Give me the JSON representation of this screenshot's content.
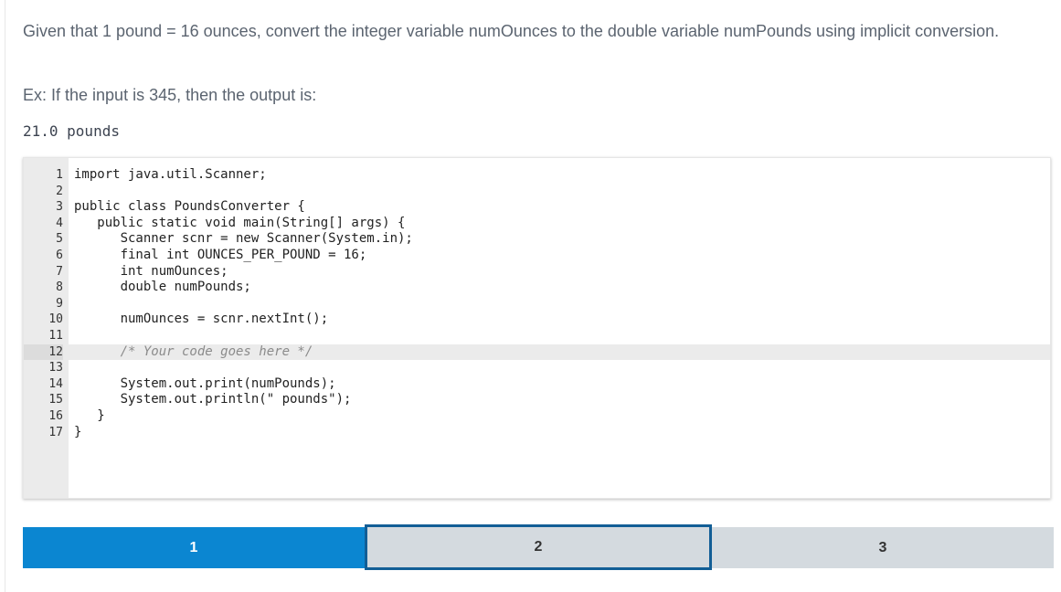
{
  "prompt": {
    "text": "Given that 1 pound = 16 ounces, convert the integer variable numOunces to the double variable numPounds using implicit conversion.",
    "example": "Ex: If the input is 345, then the output is:",
    "sample_output": "21.0 pounds"
  },
  "editor": {
    "lines": [
      {
        "n": "1",
        "code": "import java.util.Scanner;"
      },
      {
        "n": "2",
        "code": ""
      },
      {
        "n": "3",
        "code": "public class PoundsConverter {"
      },
      {
        "n": "4",
        "code": "   public static void main(String[] args) {"
      },
      {
        "n": "5",
        "code": "      Scanner scnr = new Scanner(System.in);"
      },
      {
        "n": "6",
        "code": "      final int OUNCES_PER_POUND = 16;"
      },
      {
        "n": "7",
        "code": "      int numOunces;"
      },
      {
        "n": "8",
        "code": "      double numPounds;"
      },
      {
        "n": "9",
        "code": ""
      },
      {
        "n": "10",
        "code": "      numOunces = scnr.nextInt();"
      },
      {
        "n": "11",
        "code": ""
      },
      {
        "n": "12",
        "code": "      /* Your code goes here */"
      },
      {
        "n": "13",
        "code": ""
      },
      {
        "n": "14",
        "code": "      System.out.print(numPounds);"
      },
      {
        "n": "15",
        "code": "      System.out.println(\" pounds\");"
      },
      {
        "n": "16",
        "code": "   }"
      },
      {
        "n": "17",
        "code": "}"
      }
    ],
    "active_line": 12
  },
  "steps": {
    "step1": "1",
    "step2": "2",
    "step3": "3"
  },
  "colors": {
    "step_active": "#0b86d1",
    "step_inactive": "#d4dadf",
    "step_focus_border": "#125e96"
  }
}
